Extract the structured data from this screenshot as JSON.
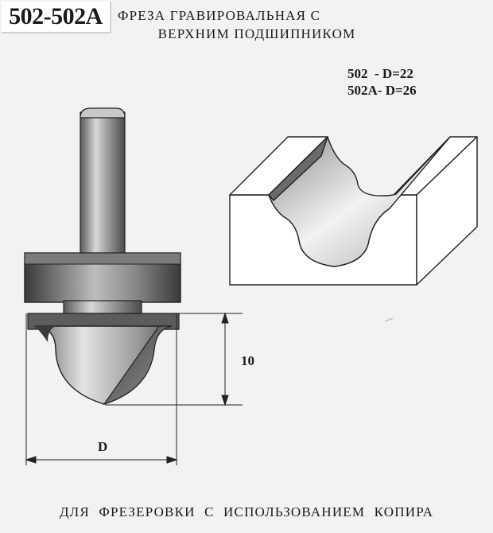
{
  "header": {
    "model_code": "502-502A",
    "title_line1": "ФРЕЗА ГРАВИРОВАЛЬНАЯ С",
    "title_line2": "ВЕРХНИМ ПОДШИПНИКОМ"
  },
  "variants": [
    "502  - D=22",
    "502A- D=26"
  ],
  "dimensions": {
    "height_label": "10",
    "diameter_label": "D"
  },
  "footer": {
    "text": "ДЛЯ ФРЕЗЕРОВКИ С ИСПОЛЬЗОВАНИЕМ КОПИРА"
  }
}
